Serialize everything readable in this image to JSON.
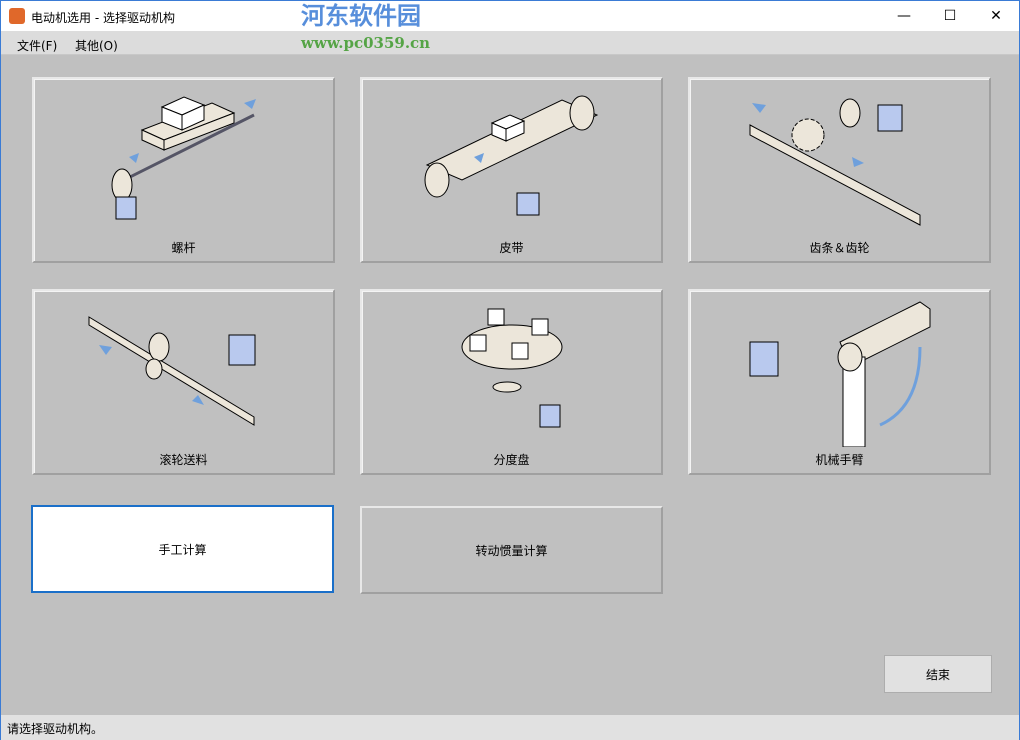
{
  "window": {
    "title": "电动机选用 - 选择驱动机构",
    "controls": [
      "minimize-icon",
      "maximize-icon",
      "close-icon"
    ]
  },
  "menu": [
    {
      "label": "文件(F)"
    },
    {
      "label": "其他(O)"
    }
  ],
  "watermark": {
    "name": "河东软件园",
    "url": "www.pc0359.cn"
  },
  "mechanisms": [
    {
      "label": "螺杆"
    },
    {
      "label": "皮带"
    },
    {
      "label": "齿条＆齿轮"
    },
    {
      "label": "滚轮送料"
    },
    {
      "label": "分度盘"
    },
    {
      "label": "机械手臂"
    }
  ],
  "buttons": {
    "manual": "手工计算",
    "inertia": "转动惯量计算",
    "end": "结束"
  },
  "status": "请选择驱动机构。",
  "colors": {
    "accent": "#1a6fc9",
    "background": "#c0c0c0"
  }
}
